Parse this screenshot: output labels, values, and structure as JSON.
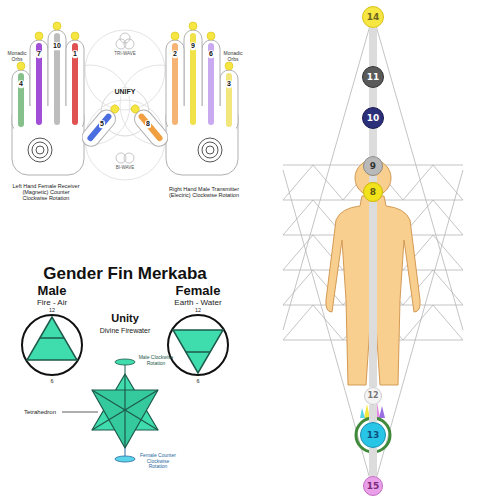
{
  "diagram": {
    "nodes": [
      {
        "text": [
          "14"
        ]
      },
      {
        "text": [
          "11"
        ]
      },
      {
        "text": [
          "10"
        ]
      },
      {
        "text": [
          "9"
        ]
      },
      {
        "text": [
          "8"
        ]
      },
      {
        "text": [
          "12"
        ]
      },
      {
        "text": [
          "13"
        ]
      },
      {
        "text": [
          "15"
        ]
      }
    ],
    "edges": [
      {
        "from": 0,
        "to": 1,
        "arrow": "none"
      },
      {
        "from": 1,
        "to": 2,
        "arrow": "none"
      },
      {
        "from": 2,
        "to": 3,
        "arrow": "none"
      },
      {
        "from": 3,
        "to": 4,
        "arrow": "none"
      },
      {
        "from": 4,
        "to": 5,
        "arrow": "none"
      },
      {
        "from": 5,
        "to": 6,
        "arrow": "none"
      },
      {
        "from": 6,
        "to": 7,
        "arrow": "none"
      }
    ],
    "labels": [
      "Monadic Orbs",
      "4",
      "7",
      "10",
      "1",
      "5",
      "TRI-WAVE",
      "UNIFY",
      "BI-WAVE",
      "2",
      "9",
      "6",
      "3",
      "8",
      "Monadic Orbs",
      "Left Hand Female Receiver (Magnetic) Counter Clockwise Rotation",
      "Right Hand Male Transmitter (Electric) Clockwise Rotation",
      "Gender Fin Merkaba",
      "Male",
      "Fire - Air",
      "12",
      "6",
      "Female",
      "Earth - Water",
      "12",
      "6",
      "Unity",
      "Divine Firewater",
      "Tetrahedron",
      "Male Clockwise Rotation",
      "Female Counter Clockwise Rotation"
    ]
  }
}
